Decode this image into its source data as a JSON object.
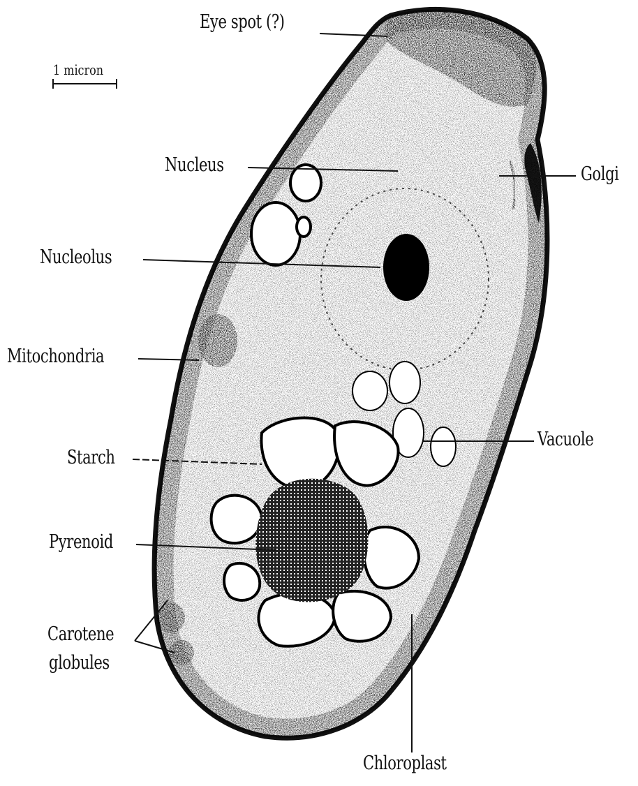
{
  "scale_bar": {
    "label": "1 micron"
  },
  "labels": {
    "eye_spot": "Eye spot (?)",
    "nucleus": "Nucleus",
    "golgi": "Golgi",
    "nucleolus": "Nucleolus",
    "mitochondria": "Mitochondria",
    "vacuole": "Vacuole",
    "starch": "Starch",
    "pyrenoid": "Pyrenoid",
    "carotene_1": "Carotene",
    "carotene_2": "globules",
    "chloroplast": "Chloroplast"
  }
}
